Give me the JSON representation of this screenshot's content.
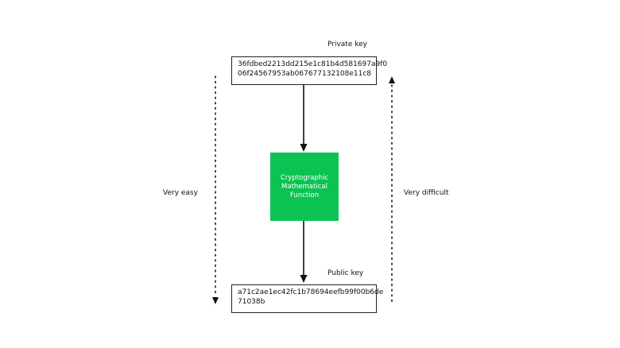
{
  "diagram": {
    "private_key_label": "Private key",
    "private_key_lines": [
      "36fdbed2213dd215e1c81b4d581697a9f0",
      "06f24567953ab067677132108e11c8"
    ],
    "function_lines": [
      "Cryptographic",
      "Mathematical",
      "Function"
    ],
    "public_key_label": "Public key",
    "public_key_lines": [
      "a71c2ae1ec42fc1b78694eefb99f00b6de",
      "71038b"
    ],
    "left_side_label": "Very easy",
    "right_side_label": "Very difficult",
    "colors": {
      "function_fill": "#0bc352",
      "stroke": "#111111"
    }
  }
}
